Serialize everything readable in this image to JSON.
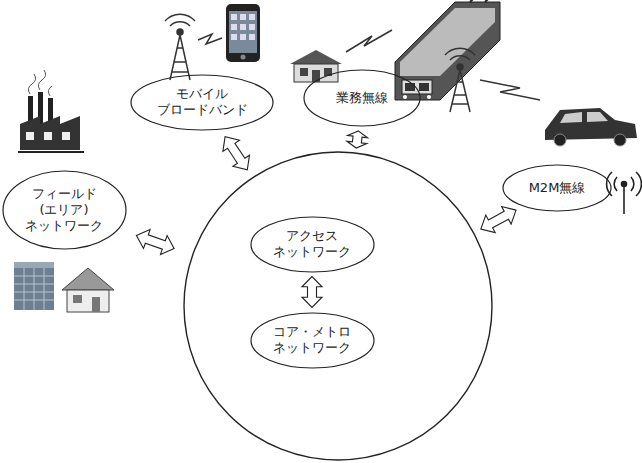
{
  "diagram": {
    "nodes": [
      {
        "text": [
          "モバイル ブロードバンド"
        ]
      },
      {
        "text": [
          "業務無線"
        ]
      },
      {
        "text": [
          "フィールド (エリア) ネットワーク"
        ]
      },
      {
        "text": [
          "M2M無線"
        ]
      },
      {
        "text": []
      },
      {
        "text": [
          "アクセス ネットワーク"
        ],
        "in": 4
      },
      {
        "text": [
          "コア・メトロ ネットワーク"
        ],
        "in": 4
      }
    ],
    "edges": [
      {
        "from": 0,
        "to": 4,
        "arrow": "both"
      },
      {
        "from": 1,
        "to": 4,
        "arrow": "both"
      },
      {
        "from": 2,
        "to": 4,
        "arrow": "both"
      },
      {
        "from": 3,
        "to": 4,
        "arrow": "both"
      },
      {
        "from": 5,
        "to": 6,
        "arrow": "both"
      }
    ]
  }
}
